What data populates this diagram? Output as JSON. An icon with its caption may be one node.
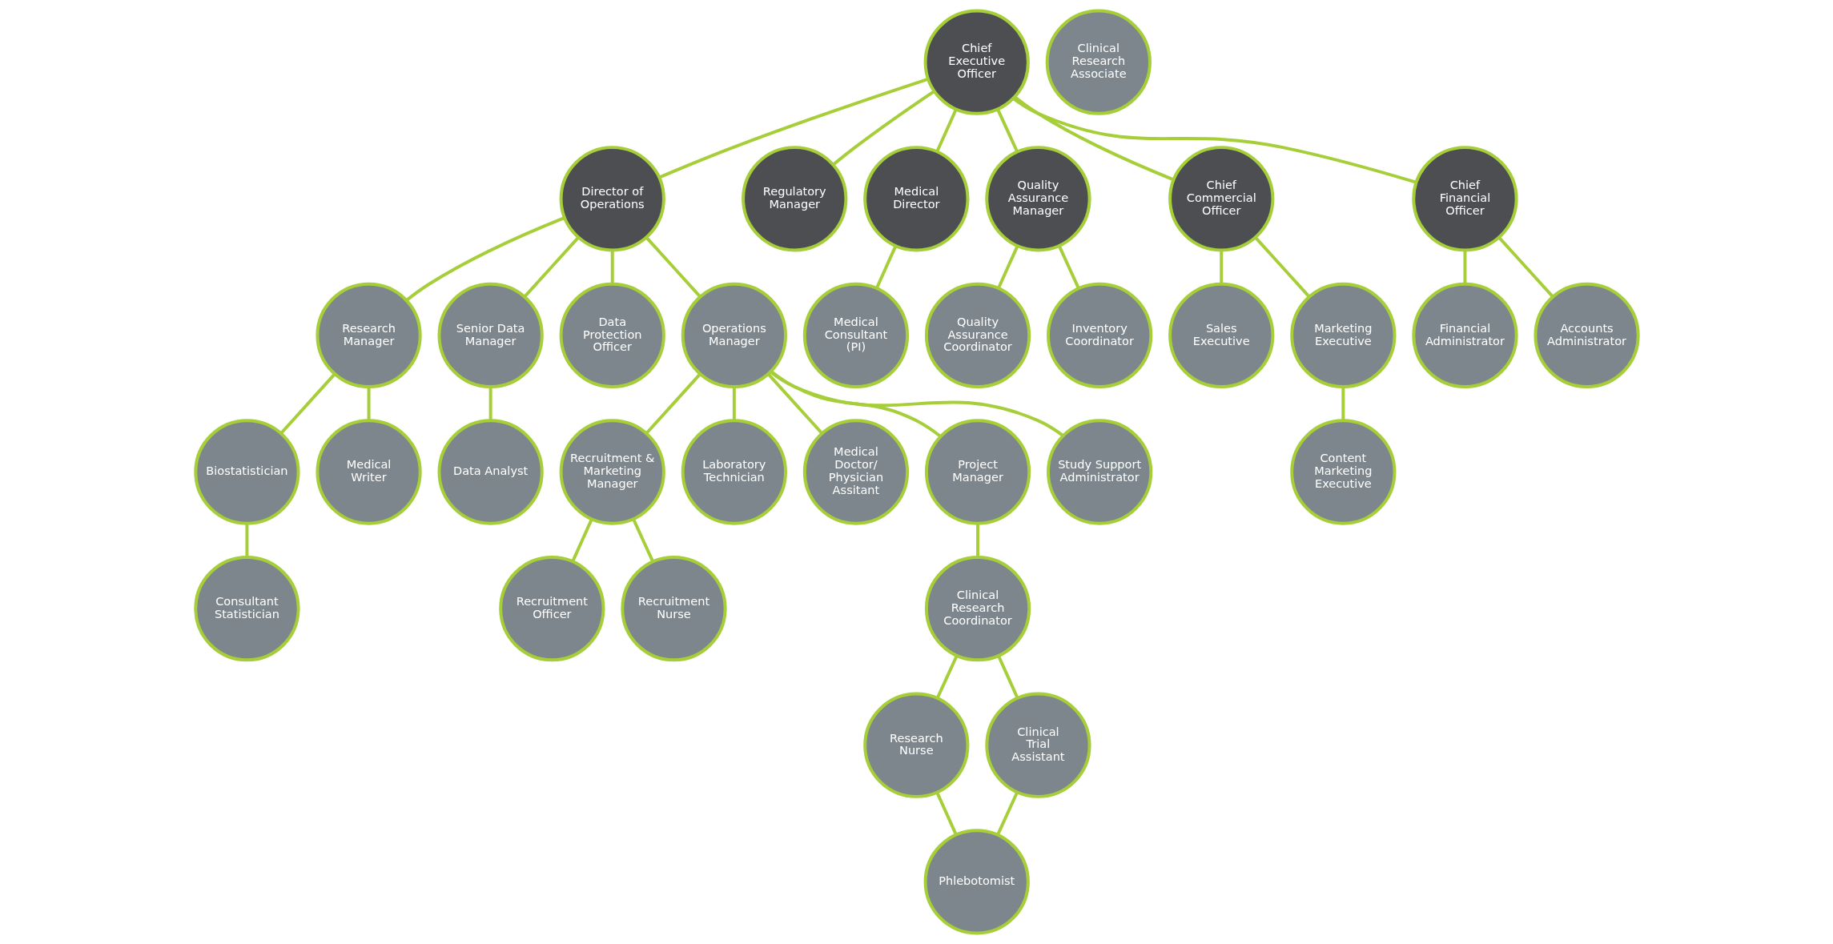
{
  "diagram": {
    "nodes": [
      {
        "text": [
          "Chief Executive Officer"
        ]
      },
      {
        "text": [
          "Director of Operations"
        ]
      },
      {
        "text": [
          "Regulatory Manager"
        ]
      },
      {
        "text": [
          "Medical Director"
        ]
      },
      {
        "text": [
          "Quality Assurance Manager"
        ]
      },
      {
        "text": [
          "Chief Commercial Officer"
        ]
      },
      {
        "text": [
          "Chief Financial Officer"
        ]
      },
      {
        "text": [
          "Research Manager"
        ]
      },
      {
        "text": [
          "Senior Data Manager"
        ]
      },
      {
        "text": [
          "Data Protection Officer"
        ]
      },
      {
        "text": [
          "Operations Manager"
        ]
      },
      {
        "text": [
          "Medical Consultant (PI)"
        ]
      },
      {
        "text": [
          "Quality Assurance Coordinator"
        ]
      },
      {
        "text": [
          "Inventory Coordinator"
        ]
      },
      {
        "text": [
          "Sales Executive"
        ]
      },
      {
        "text": [
          "Marketing Executive"
        ]
      },
      {
        "text": [
          "Financial Administrator"
        ]
      },
      {
        "text": [
          "Accounts Administrator"
        ]
      },
      {
        "text": [
          "Biostatistician"
        ]
      },
      {
        "text": [
          "Medical Writer"
        ]
      },
      {
        "text": [
          "Data Analyst"
        ]
      },
      {
        "text": [
          "Recruitment & Marketing Manager"
        ]
      },
      {
        "text": [
          "Laboratory Technician"
        ]
      },
      {
        "text": [
          "Medical Doctor/ Physician Assitant"
        ]
      },
      {
        "text": [
          "Project Manager"
        ]
      },
      {
        "text": [
          "Clinical Research Associate"
        ]
      },
      {
        "text": [
          "Study Support Administrator"
        ]
      },
      {
        "text": [
          "Content Marketing Executive"
        ]
      },
      {
        "text": [
          "Consultant Statistician"
        ]
      },
      {
        "text": [
          "Recruitment Officer"
        ]
      },
      {
        "text": [
          "Recruitment Nurse"
        ]
      },
      {
        "text": [
          "Clinical Research Coordinator"
        ]
      },
      {
        "text": [
          "Research Nurse"
        ]
      },
      {
        "text": [
          "Clinical Trial Assistant"
        ]
      },
      {
        "text": [
          "Phlebotomist"
        ]
      }
    ],
    "edges": [
      {
        "from": 0,
        "to": 1,
        "arrow": "none"
      },
      {
        "from": 0,
        "to": 2,
        "arrow": "none"
      },
      {
        "from": 0,
        "to": 3,
        "arrow": "none"
      },
      {
        "from": 0,
        "to": 4,
        "arrow": "none"
      },
      {
        "from": 0,
        "to": 5,
        "arrow": "none"
      },
      {
        "from": 0,
        "to": 6,
        "arrow": "none"
      },
      {
        "from": 1,
        "to": 7,
        "arrow": "none"
      },
      {
        "from": 1,
        "to": 8,
        "arrow": "none"
      },
      {
        "from": 1,
        "to": 9,
        "arrow": "none"
      },
      {
        "from": 1,
        "to": 10,
        "arrow": "none"
      },
      {
        "from": 3,
        "to": 11,
        "arrow": "none"
      },
      {
        "from": 4,
        "to": 12,
        "arrow": "none"
      },
      {
        "from": 4,
        "to": 13,
        "arrow": "none"
      },
      {
        "from": 5,
        "to": 14,
        "arrow": "none"
      },
      {
        "from": 5,
        "to": 15,
        "arrow": "none"
      },
      {
        "from": 6,
        "to": 16,
        "arrow": "none"
      },
      {
        "from": 6,
        "to": 17,
        "arrow": "none"
      },
      {
        "from": 7,
        "to": 18,
        "arrow": "none"
      },
      {
        "from": 7,
        "to": 19,
        "arrow": "none"
      },
      {
        "from": 8,
        "to": 20,
        "arrow": "none"
      },
      {
        "from": 10,
        "to": 21,
        "arrow": "none"
      },
      {
        "from": 10,
        "to": 22,
        "arrow": "none"
      },
      {
        "from": 10,
        "to": 23,
        "arrow": "none"
      },
      {
        "from": 10,
        "to": 24,
        "arrow": "none"
      },
      {
        "from": 10,
        "to": 26,
        "arrow": "none"
      },
      {
        "from": 15,
        "to": 27,
        "arrow": "none"
      },
      {
        "from": 18,
        "to": 28,
        "arrow": "none"
      },
      {
        "from": 21,
        "to": 29,
        "arrow": "none"
      },
      {
        "from": 21,
        "to": 30,
        "arrow": "none"
      },
      {
        "from": 24,
        "to": 31,
        "arrow": "none"
      },
      {
        "from": 31,
        "to": 32,
        "arrow": "none"
      },
      {
        "from": 31,
        "to": 33,
        "arrow": "none"
      },
      {
        "from": 32,
        "to": 34,
        "arrow": "none"
      },
      {
        "from": 33,
        "to": 34,
        "arrow": "none"
      }
    ]
  }
}
